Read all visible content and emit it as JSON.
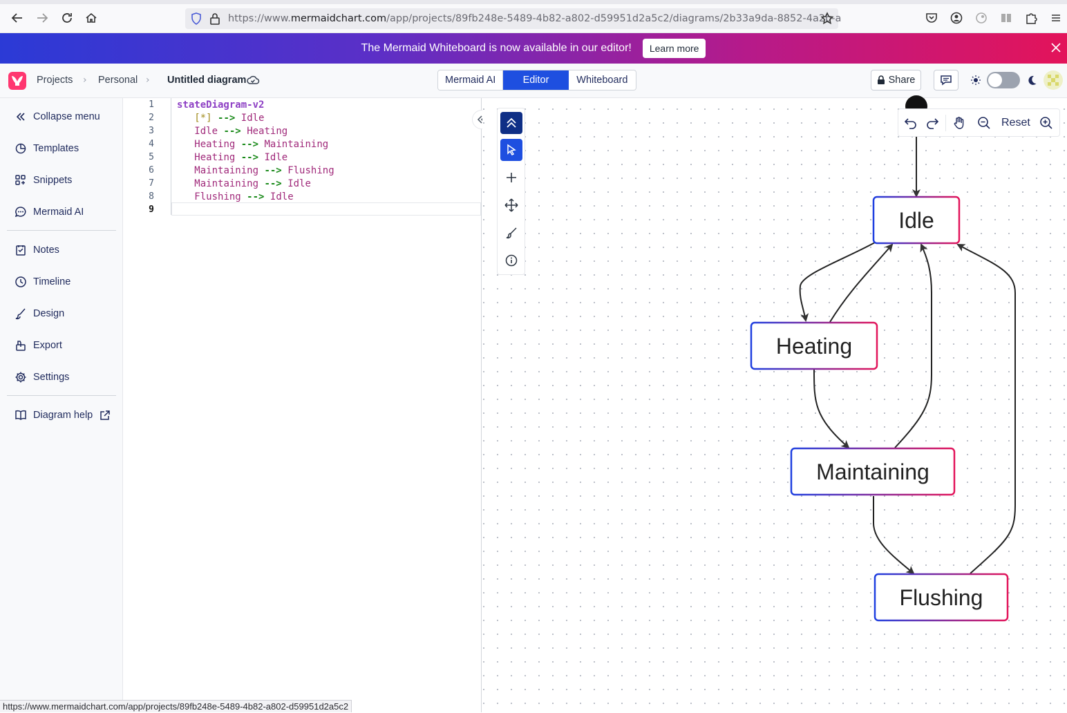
{
  "browser": {
    "url_prefix": "https://www.",
    "url_host": "mermaidchart.com",
    "url_path": "/app/projects/89fb248e-5489-4b82-a802-d59951d2a5c2/diagrams/2b33a9da-8852-4a2b-a",
    "status_url": "https://www.mermaidchart.com/app/projects/89fb248e-5489-4b82-a802-d59951d2a5c2"
  },
  "banner": {
    "text": "The Mermaid Whiteboard is now available in our editor!",
    "button": "Learn more"
  },
  "header": {
    "breadcrumb": [
      "Projects",
      "Personal",
      "Untitled diagram"
    ],
    "tabs": [
      {
        "label": "Mermaid AI",
        "active": false
      },
      {
        "label": "Editor",
        "active": true
      },
      {
        "label": "Whiteboard",
        "active": false
      }
    ],
    "share_label": "Share"
  },
  "sidebar": {
    "items": [
      {
        "label": "Collapse menu",
        "icon": "double-chevron-left-icon"
      },
      {
        "label": "Templates",
        "icon": "templates-icon"
      },
      {
        "label": "Snippets",
        "icon": "snippets-icon"
      },
      {
        "label": "Mermaid AI",
        "icon": "chat-bubble-icon"
      },
      {
        "label": "Notes",
        "icon": "notes-icon"
      },
      {
        "label": "Timeline",
        "icon": "clock-icon"
      },
      {
        "label": "Design",
        "icon": "brush-icon"
      },
      {
        "label": "Export",
        "icon": "export-icon"
      },
      {
        "label": "Settings",
        "icon": "gear-icon"
      },
      {
        "label": "Diagram help",
        "icon": "book-icon"
      }
    ]
  },
  "editor": {
    "line_numbers": [
      "1",
      "2",
      "3",
      "4",
      "5",
      "6",
      "7",
      "8",
      "9"
    ],
    "lines": [
      {
        "indent": "",
        "kw": "stateDiagram-v2"
      },
      {
        "indent": "   ",
        "from": "[*]",
        "arrow": "-->",
        "to": "Idle"
      },
      {
        "indent": "   ",
        "from": "Idle",
        "arrow": "-->",
        "to": "Heating"
      },
      {
        "indent": "   ",
        "from": "Heating",
        "arrow": "-->",
        "to": "Maintaining"
      },
      {
        "indent": "   ",
        "from": "Heating",
        "arrow": "-->",
        "to": "Idle"
      },
      {
        "indent": "   ",
        "from": "Maintaining",
        "arrow": "-->",
        "to": "Flushing"
      },
      {
        "indent": "   ",
        "from": "Maintaining",
        "arrow": "-->",
        "to": "Idle"
      },
      {
        "indent": "   ",
        "from": "Flushing",
        "arrow": "-->",
        "to": "Idle"
      },
      {
        "indent": "",
        "text": ""
      }
    ]
  },
  "canvas": {
    "zoom_reset_label": "Reset",
    "states": [
      "Idle",
      "Heating",
      "Maintaining",
      "Flushing"
    ]
  },
  "colors": {
    "accent": "#1e4fe0",
    "node_border_start": "#1e3fe0",
    "node_border_end": "#e3145a",
    "logo": "#ff3670"
  }
}
